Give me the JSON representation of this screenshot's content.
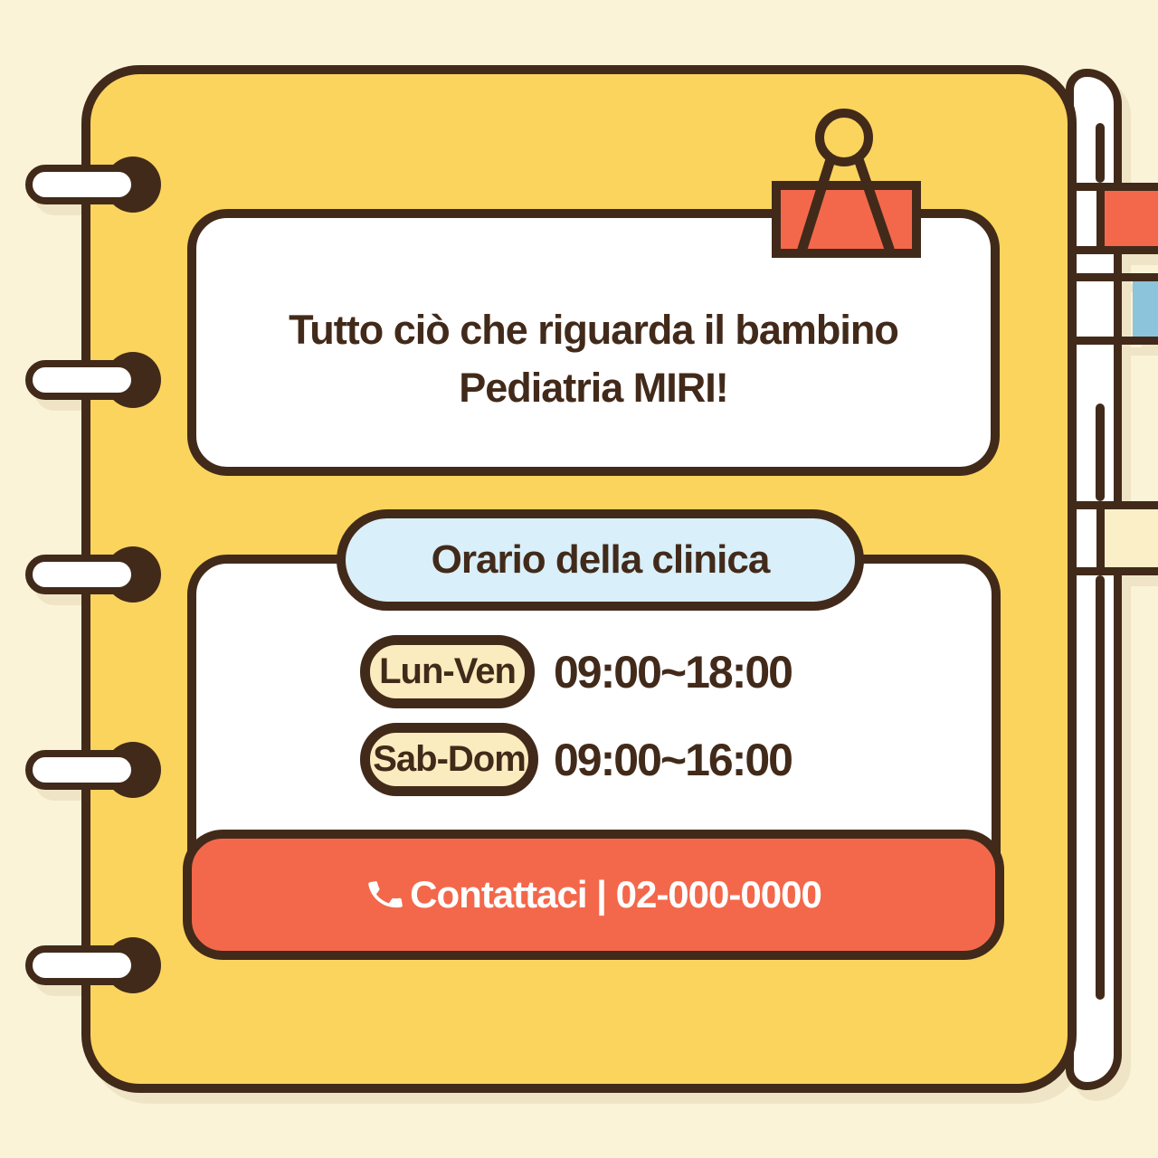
{
  "poster": {
    "title_line1": "Tutto ciò che riguarda il bambino",
    "title_line2": "Pediatria MIRI!",
    "schedule_header": "Orario della clinica",
    "schedule": [
      {
        "days": "Lun-Ven",
        "hours": "09:00~18:00"
      },
      {
        "days": "Sab-Dom",
        "hours": "09:00~16:00"
      }
    ],
    "contact_label": "Contattaci | 02-000-0000",
    "icons": {
      "phone": "phone-icon",
      "binder_clip": "binder-clip-icon",
      "binder_ring": "binder-ring-icon",
      "page_tabs": [
        "orange-page-tab",
        "blue-page-tab",
        "pale-yellow-page-tab"
      ]
    },
    "colors": {
      "background": "#FBF3D8",
      "cover_yellow": "#FBD45E",
      "outline_brown": "#422A1A",
      "accent_orange": "#F3684B",
      "header_blue": "#D9EFF9",
      "tab_blue": "#8CC4DB",
      "day_pill_cream": "#FAECBE",
      "tab_pale_yellow": "#FBEFC8",
      "shadow": "#EFE5C6",
      "card_white": "#FFFFFF"
    }
  }
}
